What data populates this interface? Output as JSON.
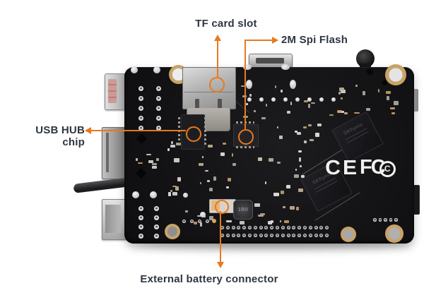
{
  "colors": {
    "accent": "#E8791D",
    "label_text": "#2E3542",
    "board": "#141416",
    "background": "#FFFFFF"
  },
  "annotations": {
    "tf_card_slot": {
      "label": "TF card slot"
    },
    "spi_flash": {
      "label": "2M Spi Flash"
    },
    "usb_hub": {
      "label": "USB HUB chip"
    },
    "battery": {
      "label": "External battery connector"
    }
  },
  "board_markings": {
    "ce": "CE",
    "fcc": "FC",
    "fcc_c": "C",
    "ram_brand": "SKhynix",
    "inductor": "1R0"
  }
}
